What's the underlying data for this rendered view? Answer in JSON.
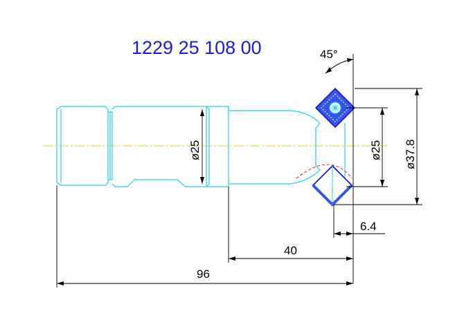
{
  "drawing": {
    "part_number": "1229 25 108 00",
    "dimensions": {
      "angle": "45°",
      "shank_diameter": "ø25",
      "bore_diameter": "ø25",
      "outer_diameter": "ø37.8",
      "insert_width": "6.4",
      "length_short": "40",
      "length_total": "96"
    },
    "colors": {
      "title": "#1a1ae6",
      "part_outline": "#19d3e6",
      "centerline": "#e6d21a",
      "insert": "#3355ee",
      "hidden_line": "#e61a1a",
      "dimension": "#000000"
    }
  }
}
